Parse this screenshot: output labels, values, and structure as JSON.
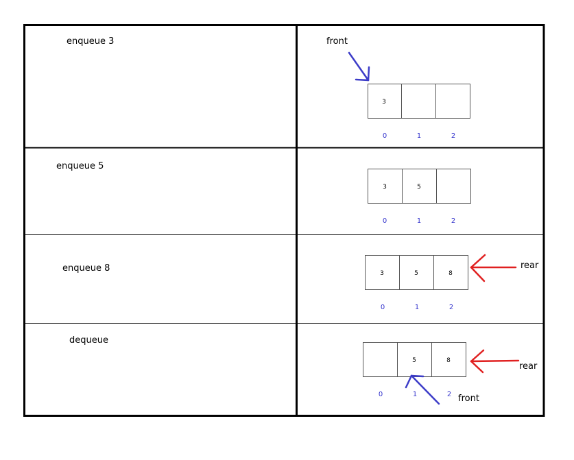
{
  "colors": {
    "front_arrow": "#3c3cc8",
    "rear_arrow": "#e02020",
    "index_text": "#3333cc"
  },
  "rows": [
    {
      "operation": "enqueue 3",
      "cells": [
        "3",
        "",
        ""
      ],
      "indices": [
        "0",
        "1",
        "2"
      ],
      "pointer_labels": {
        "front": "front"
      }
    },
    {
      "operation": "enqueue 5",
      "cells": [
        "3",
        "5",
        ""
      ],
      "indices": [
        "0",
        "1",
        "2"
      ]
    },
    {
      "operation": "enqueue 8",
      "cells": [
        "3",
        "5",
        "8"
      ],
      "indices": [
        "0",
        "1",
        "2"
      ],
      "pointer_labels": {
        "rear": "rear"
      }
    },
    {
      "operation": "dequeue",
      "cells": [
        "",
        "5",
        "8"
      ],
      "indices": [
        "0",
        "1",
        "2"
      ],
      "pointer_labels": {
        "rear": "rear",
        "front": "front"
      }
    }
  ]
}
